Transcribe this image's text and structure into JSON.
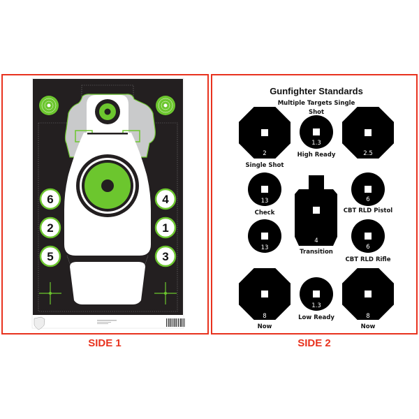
{
  "colors": {
    "accent_red": "#e8321e",
    "target_green": "#6cc62e",
    "target_black": "#231f20",
    "gray": "#c9cacb"
  },
  "side1": {
    "label": "SIDE 1",
    "numbers": {
      "left_top": "6",
      "left_mid": "2",
      "left_bot": "5",
      "right_top": "4",
      "right_mid": "1",
      "right_bot": "3"
    }
  },
  "side2": {
    "label": "SIDE 2",
    "title": "Gunfighter Standards",
    "subtitle_line1": "Multiple Targets Single",
    "subtitle_line2": "Shot",
    "targets": {
      "top_left": {
        "value": "2",
        "caption": "Single Shot"
      },
      "top_mid": {
        "value": "1.3",
        "caption": "High Ready"
      },
      "top_right": {
        "value": "2.5"
      },
      "mid_left_top": {
        "value": "13",
        "caption": "Check"
      },
      "mid_left_bot": {
        "value": "13"
      },
      "silhouette": {
        "value": "4",
        "caption": "Transition"
      },
      "mid_right_top": {
        "value": "6",
        "caption": "CBT RLD Pistol"
      },
      "mid_right_bot": {
        "value": "6",
        "caption": "CBT RLD Rifle"
      },
      "bot_left": {
        "value": "8",
        "caption": "Now"
      },
      "bot_mid": {
        "value": "1.3",
        "caption": "Low Ready"
      },
      "bot_right": {
        "value": "8",
        "caption": "Now"
      }
    }
  }
}
